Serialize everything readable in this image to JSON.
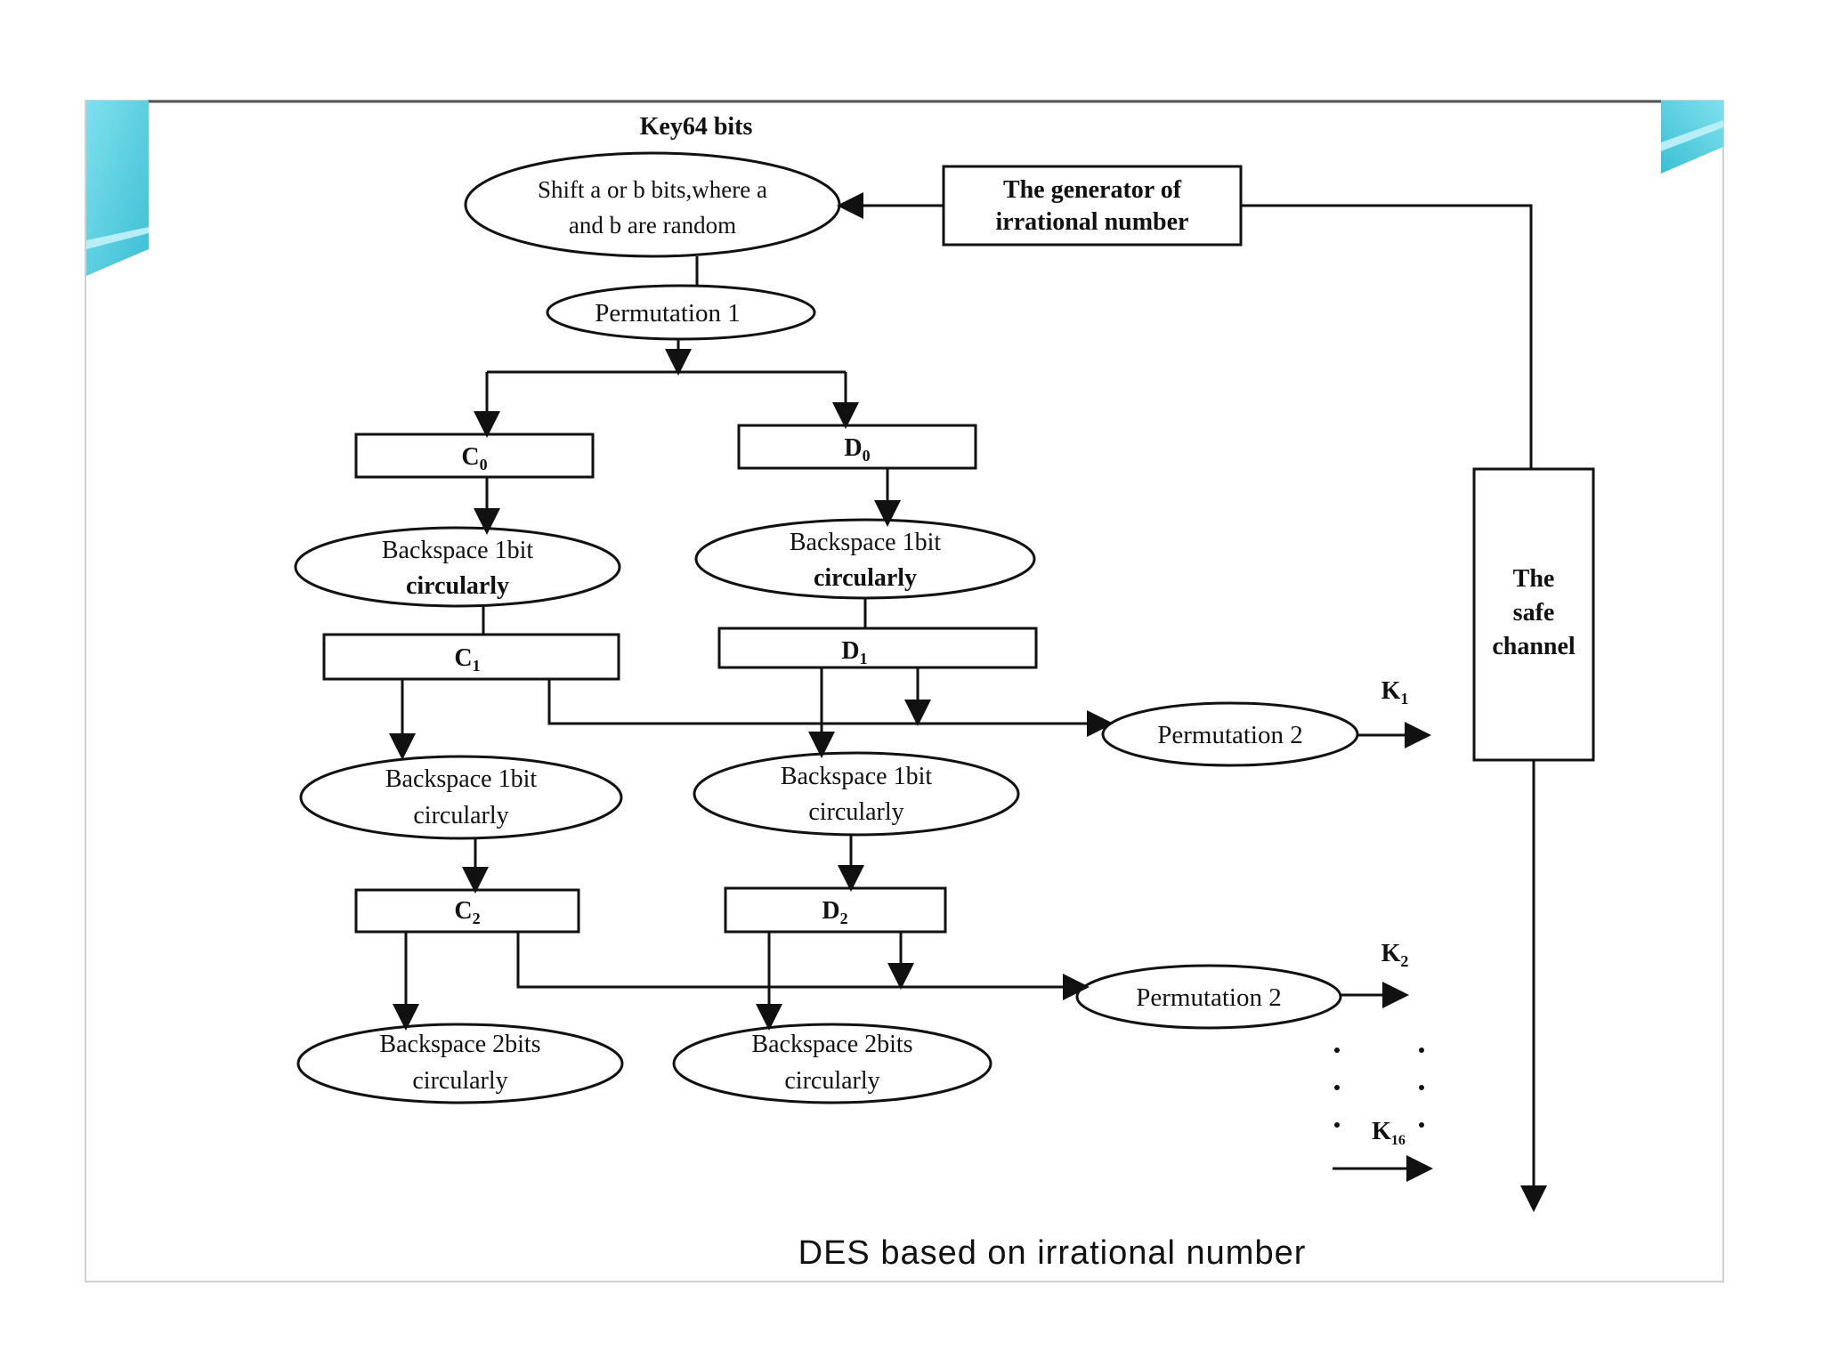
{
  "diagram": {
    "key_label": "Key64 bits",
    "shift_line1": "Shift a or b bits,where a",
    "shift_line2": "and b are random",
    "generator_line1": "The generator of",
    "generator_line2": "irrational number",
    "permutation1": "Permutation 1",
    "c0": "C",
    "c0_sub": "0",
    "d0": "D",
    "d0_sub": "0",
    "c1": "C",
    "c1_sub": "1",
    "d1": "D",
    "d1_sub": "1",
    "c2": "C",
    "c2_sub": "2",
    "d2": "D",
    "d2_sub": "2",
    "bs1_line1": "Backspace 1bit",
    "bs1_line2": "circularly",
    "bs2_line1": "Backspace 2bits",
    "bs2_line2": "circularly",
    "permutation2": "Permutation 2",
    "k1": "K",
    "k1_sub": "1",
    "k2": "K",
    "k2_sub": "2",
    "k16": "K",
    "k16_sub": "16",
    "safe_line1": "The",
    "safe_line2": "safe",
    "safe_line3": "channel",
    "caption": "DES based on irrational number"
  },
  "colors": {
    "accent_cyan": "#5fd3e3",
    "stroke": "#111111",
    "frame": "#cfcfcf"
  }
}
